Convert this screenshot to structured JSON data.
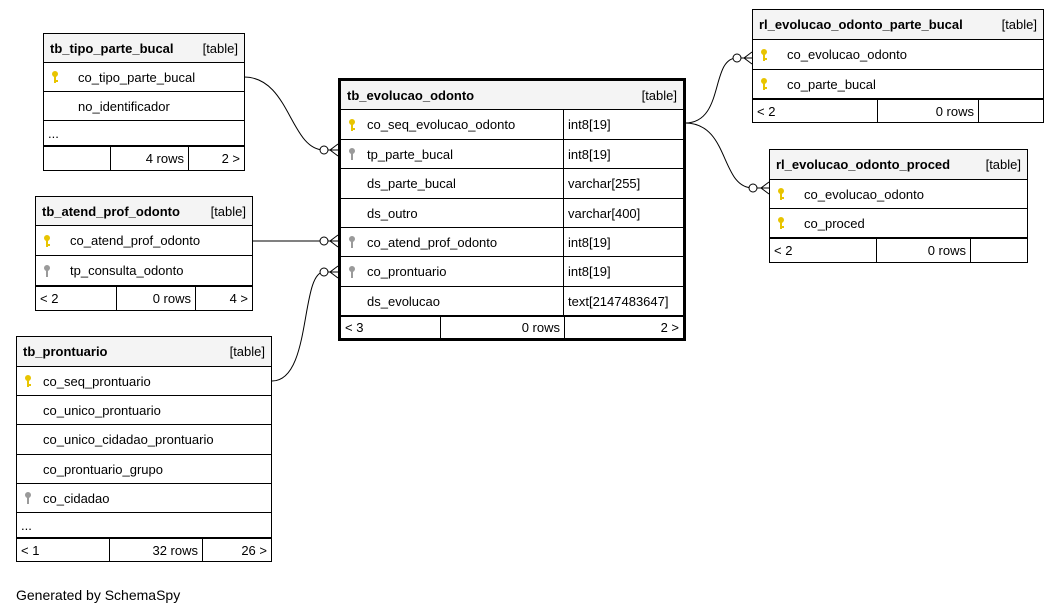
{
  "footer_text": "Generated by SchemaSpy",
  "colors": {
    "primary_key": "#e8c400",
    "foreign_key": "#9a9a9a",
    "header_bg": "#f4f4f4"
  },
  "tables": {
    "tb_tipo_parte_bucal": {
      "name": "tb_tipo_parte_bucal",
      "kind": "[table]",
      "columns": [
        {
          "key": "primary-key-icon",
          "name": "co_tipo_parte_bucal"
        },
        {
          "key": "",
          "name": "no_identificador"
        }
      ],
      "more": "...",
      "footer": [
        "",
        "4 rows",
        "2 >"
      ]
    },
    "tb_atend_prof_odonto": {
      "name": "tb_atend_prof_odonto",
      "kind": "[table]",
      "columns": [
        {
          "key": "primary-key-icon",
          "name": "co_atend_prof_odonto"
        },
        {
          "key": "foreign-key-icon",
          "name": "tp_consulta_odonto"
        }
      ],
      "footer": [
        "< 2",
        "0 rows",
        "4 >"
      ]
    },
    "tb_prontuario": {
      "name": "tb_prontuario",
      "kind": "[table]",
      "columns": [
        {
          "key": "primary-key-icon",
          "name": "co_seq_prontuario"
        },
        {
          "key": "",
          "name": "co_unico_prontuario"
        },
        {
          "key": "",
          "name": "co_unico_cidadao_prontuario"
        },
        {
          "key": "",
          "name": "co_prontuario_grupo"
        },
        {
          "key": "foreign-key-icon",
          "name": "co_cidadao"
        }
      ],
      "more": "...",
      "footer": [
        "< 1",
        "32 rows",
        "26 >"
      ]
    },
    "tb_evolucao_odonto": {
      "name": "tb_evolucao_odonto",
      "kind": "[table]",
      "columns": [
        {
          "key": "primary-key-icon",
          "name": "co_seq_evolucao_odonto",
          "type": "int8[19]"
        },
        {
          "key": "foreign-key-icon",
          "name": "tp_parte_bucal",
          "type": "int8[19]"
        },
        {
          "key": "",
          "name": "ds_parte_bucal",
          "type": "varchar[255]"
        },
        {
          "key": "",
          "name": "ds_outro",
          "type": "varchar[400]"
        },
        {
          "key": "foreign-key-icon",
          "name": "co_atend_prof_odonto",
          "type": "int8[19]"
        },
        {
          "key": "foreign-key-icon",
          "name": "co_prontuario",
          "type": "int8[19]"
        },
        {
          "key": "",
          "name": "ds_evolucao",
          "type": "text[2147483647]"
        }
      ],
      "footer": [
        "< 3",
        "0 rows",
        "2 >"
      ]
    },
    "rl_evolucao_odonto_parte_bucal": {
      "name": "rl_evolucao_odonto_parte_bucal",
      "kind": "[table]",
      "columns": [
        {
          "key": "primary-key-icon",
          "name": "co_evolucao_odonto"
        },
        {
          "key": "primary-key-icon",
          "name": "co_parte_bucal"
        }
      ],
      "footer": [
        "< 2",
        "0 rows",
        ""
      ]
    },
    "rl_evolucao_odonto_proced": {
      "name": "rl_evolucao_odonto_proced",
      "kind": "[table]",
      "columns": [
        {
          "key": "primary-key-icon",
          "name": "co_evolucao_odonto"
        },
        {
          "key": "primary-key-icon",
          "name": "co_proced"
        }
      ],
      "footer": [
        "< 2",
        "0 rows",
        ""
      ]
    }
  }
}
